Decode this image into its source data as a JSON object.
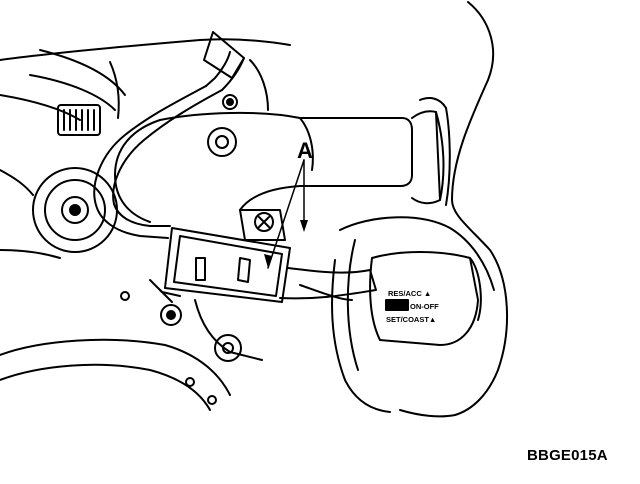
{
  "figure": {
    "callout_label": "A",
    "figure_code": "BBGE015A",
    "switch_labels": {
      "res_acc": "RES/ACC ▲",
      "on_off": "ON-OFF",
      "set_coast": "SET/COAST▲"
    }
  }
}
